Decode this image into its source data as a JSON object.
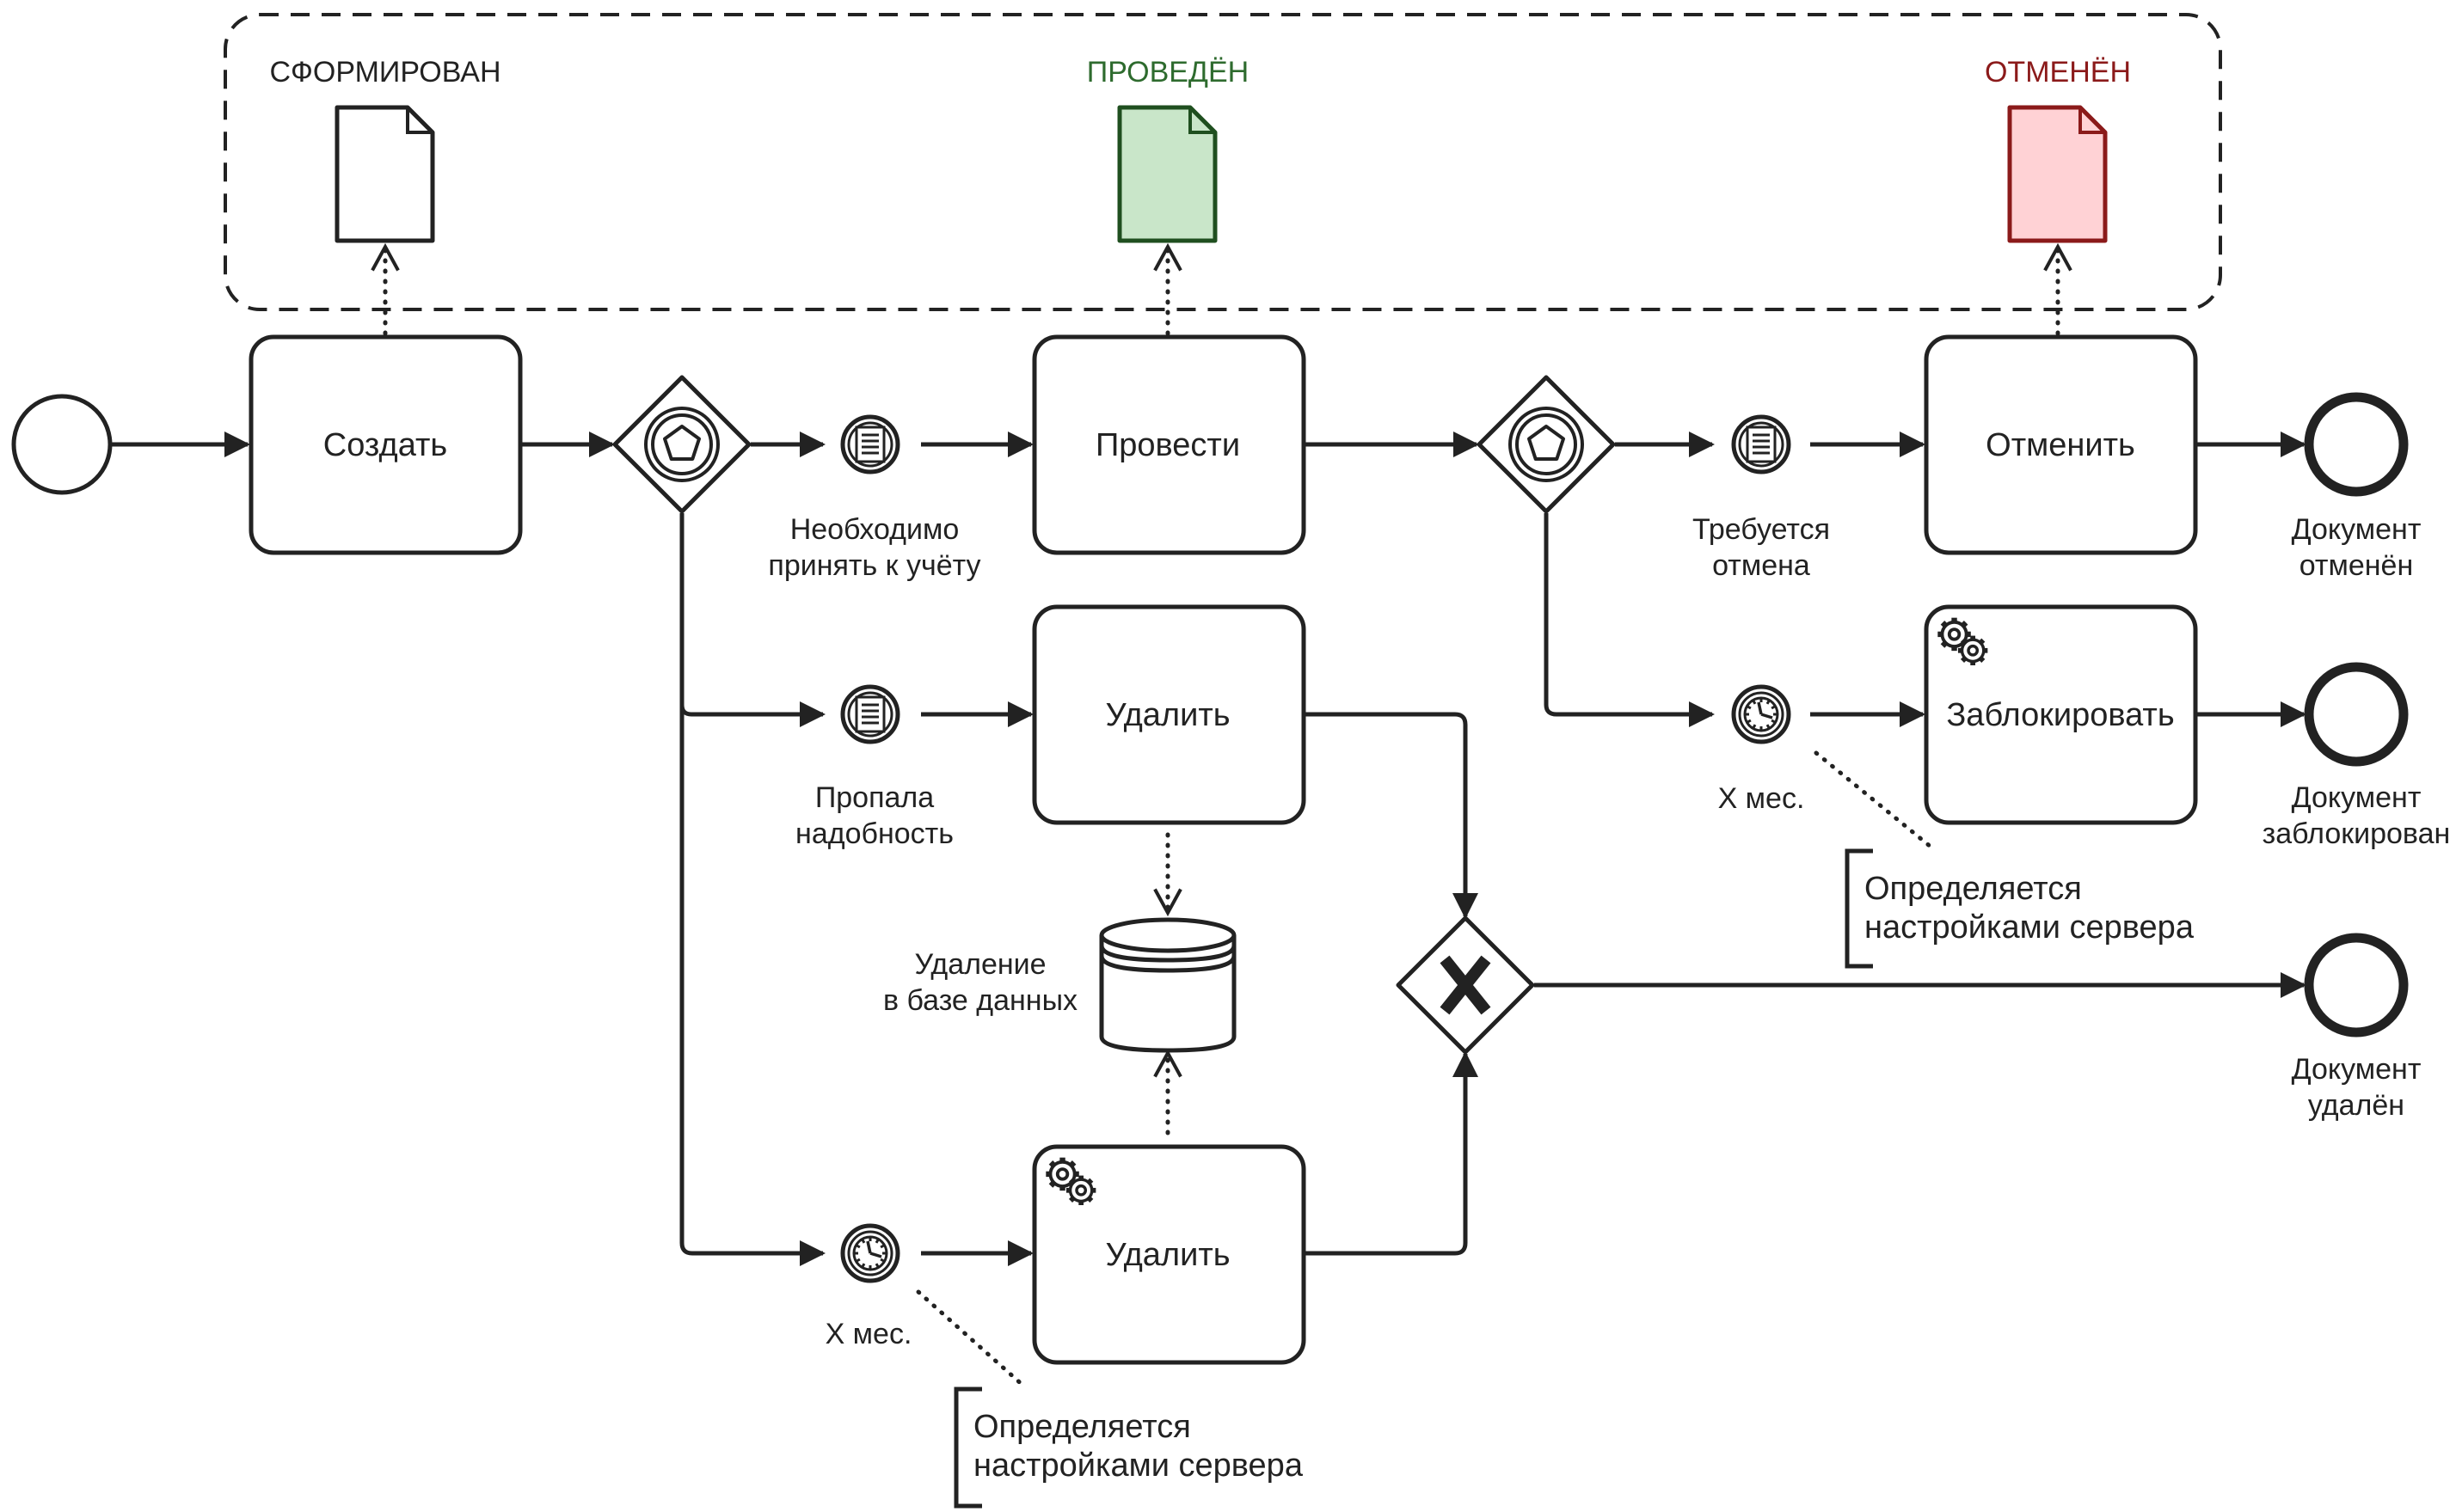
{
  "colors": {
    "stroke": "#222222",
    "background": "#ffffff",
    "state_formed": "#222222",
    "state_posted": "#2e6b2e",
    "state_posted_fill": "#c9e6c9",
    "state_cancelled": "#8b1a1a",
    "state_cancelled_fill": "#ffd2d5"
  },
  "states": {
    "formed": "СФОРМИРОВАН",
    "posted": "ПРОВЕДЁН",
    "cancelled": "ОТМЕНЁН"
  },
  "tasks": {
    "create": "Создать",
    "post": "Провести",
    "cancel": "Отменить",
    "delete_manual": "Удалить",
    "block": "Заблокировать",
    "delete_auto": "Удалить"
  },
  "events": {
    "need_accounting": [
      "Необходимо",
      "принять к учёту"
    ],
    "cancel_required": [
      "Требуется",
      "отмена"
    ],
    "no_need": [
      "Пропала",
      "надобность"
    ],
    "timer_top": "X мес.",
    "timer_bottom": "X мес."
  },
  "ends": {
    "cancelled": [
      "Документ",
      "отменён"
    ],
    "blocked": [
      "Документ",
      "заблокирован"
    ],
    "deleted": [
      "Документ",
      "удалён"
    ]
  },
  "datastore": {
    "label": [
      "Удаление",
      "в базе данных"
    ]
  },
  "annotations": {
    "top": [
      "Определяется",
      "настройками сервера"
    ],
    "bottom": [
      "Определяется",
      "настройками сервера"
    ]
  },
  "icons": {
    "start_event": "start-event-circle",
    "end_event": "end-event-circle",
    "event_gateway": "event-based-gateway-icon",
    "xor_gateway": "exclusive-gateway-icon",
    "message_event": "document-message-icon",
    "timer_event": "clock-icon",
    "service_task": "gears-icon",
    "data_object": "document-icon",
    "data_store": "database-icon"
  }
}
